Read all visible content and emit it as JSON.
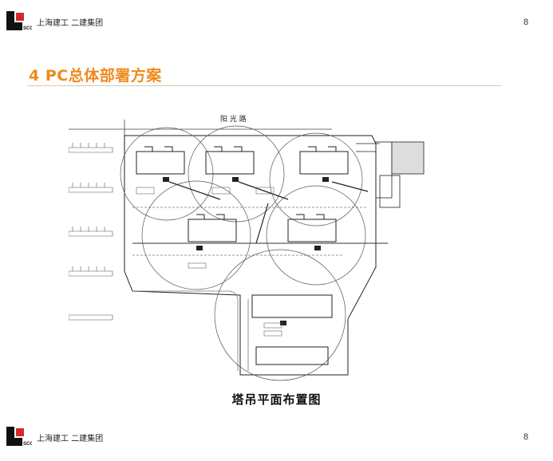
{
  "header": {
    "company": "上海建工 二建集团",
    "page_number": "8"
  },
  "slide": {
    "title": "4  PC总体部署方案",
    "caption": "塔吊平面布置图"
  },
  "drawing": {
    "road_label": "阳 光 路"
  },
  "footer": {
    "company": "上海建工 二建集团",
    "page_number": "8"
  },
  "colors": {
    "accent": "#ef8a1e",
    "logo_red": "#d22a2a",
    "logo_black": "#111111"
  }
}
